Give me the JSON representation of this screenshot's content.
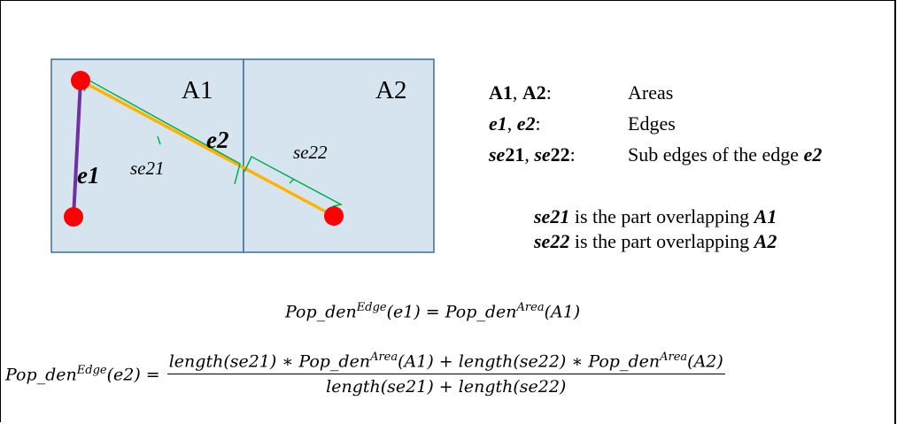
{
  "diagram": {
    "area_labels": [
      "A1",
      "A2"
    ],
    "edge_labels": [
      "e1",
      "e2"
    ],
    "subedge_labels": [
      "se21",
      "se22"
    ],
    "colors": {
      "area_fill": "#d6e4ef",
      "area_border": "#3c6e99",
      "edge_e1": "#7030a0",
      "edge_e2": "#ffb300",
      "subedge": "#00b050",
      "node": "#ff0000"
    }
  },
  "legend": {
    "row1": {
      "key_a": "A1",
      "key_sep": ", ",
      "key_b": "A2",
      "key_end": ":",
      "value": "Areas"
    },
    "row2": {
      "key_a": "e1",
      "key_sep": ", ",
      "key_b": "e2",
      "key_end": ":",
      "value": "Edges"
    },
    "row3": {
      "key_a": "se",
      "key_a_num": "21",
      "key_sep": ", ",
      "key_b": "se",
      "key_b_num": "22",
      "key_end": ":",
      "value": "Sub edges of the edge ",
      "value_em": "e2"
    }
  },
  "notes": {
    "n1": {
      "subject": "se21",
      "text": " is the part overlapping ",
      "object": "A1"
    },
    "n2": {
      "subject": "se22",
      "text": " is the part overlapping ",
      "object": "A2"
    }
  },
  "formulas": {
    "f1": {
      "lhs": "Pop_den",
      "lhs_sup": "Edge",
      "lhs_arg": "(e1)",
      "eq": " = ",
      "rhs": "Pop_den",
      "rhs_sup": "Area",
      "rhs_arg": "(A1)"
    },
    "f2": {
      "lhs": "Pop_den",
      "lhs_sup": "Edge",
      "lhs_arg": "(e2)",
      "eq": " =",
      "num_a": "length(se21) ∗ Pop_den",
      "num_a_sup": "Area",
      "num_a_arg": "(A1) + length(se22) ∗ Pop_den",
      "num_b_sup": "Area",
      "num_b_arg": "(A2)",
      "den": "length(se21) + length(se22)"
    }
  }
}
